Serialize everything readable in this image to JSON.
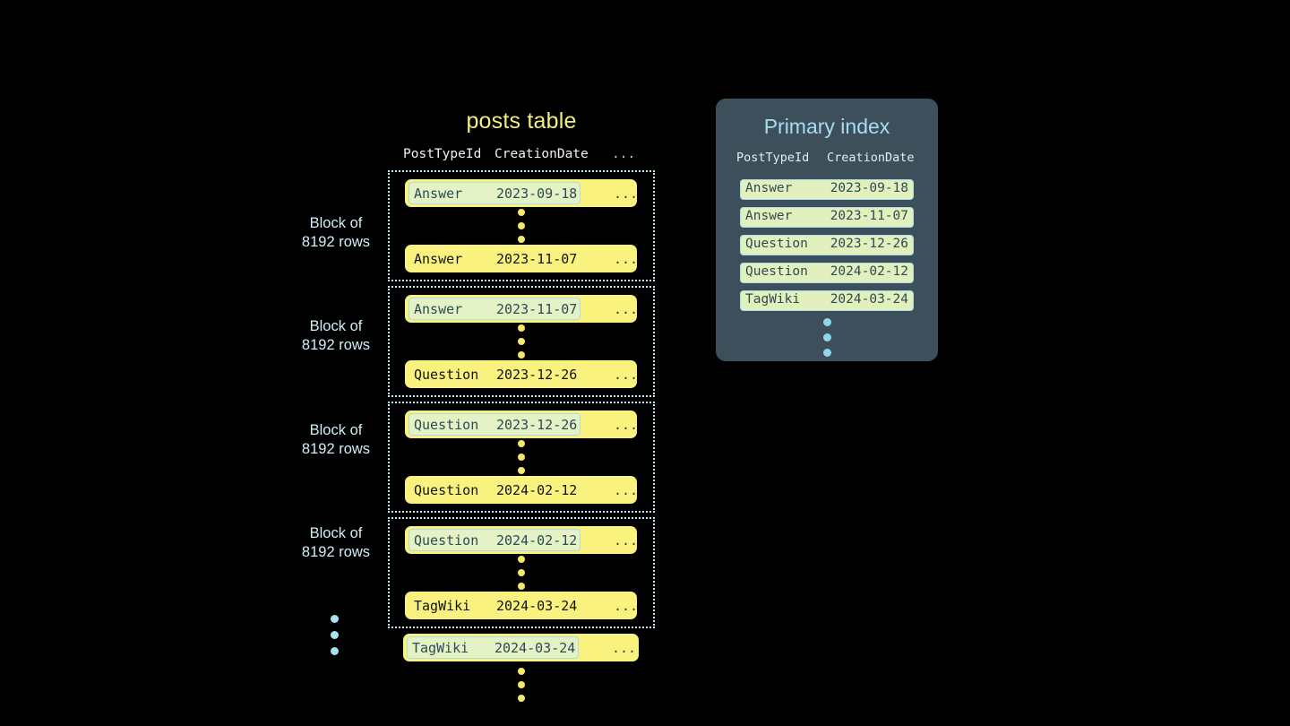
{
  "posts_table": {
    "title": "posts table",
    "columns": [
      "PostTypeId",
      "CreationDate",
      "..."
    ],
    "blocks": [
      {
        "label_line1": "Block of",
        "label_line2": "8192 rows",
        "first_row": {
          "type": "Answer",
          "date": "2023-09-18",
          "more": "...",
          "highlighted": true
        },
        "last_row": {
          "type": "Answer",
          "date": "2023-11-07",
          "more": "...",
          "highlighted": false
        }
      },
      {
        "label_line1": "Block of",
        "label_line2": "8192 rows",
        "first_row": {
          "type": "Answer",
          "date": "2023-11-07",
          "more": "...",
          "highlighted": true
        },
        "last_row": {
          "type": "Question",
          "date": "2023-12-26",
          "more": "...",
          "highlighted": false
        }
      },
      {
        "label_line1": "Block of",
        "label_line2": "8192 rows",
        "first_row": {
          "type": "Question",
          "date": "2023-12-26",
          "more": "...",
          "highlighted": true
        },
        "last_row": {
          "type": "Question",
          "date": "2024-02-12",
          "more": "...",
          "highlighted": false
        }
      },
      {
        "label_line1": "Block of",
        "label_line2": "8192 rows",
        "first_row": {
          "type": "Question",
          "date": "2024-02-12",
          "more": "...",
          "highlighted": true
        },
        "last_row": {
          "type": "TagWiki",
          "date": "2024-03-24",
          "more": "...",
          "highlighted": false
        }
      }
    ],
    "tail_row": {
      "type": "TagWiki",
      "date": "2024-03-24",
      "more": "...",
      "highlighted": true
    }
  },
  "primary_index": {
    "title": "Primary index",
    "columns": [
      "PostTypeId",
      "CreationDate"
    ],
    "rows": [
      {
        "type": "Answer",
        "date": "2023-09-18"
      },
      {
        "type": "Answer",
        "date": "2023-11-07"
      },
      {
        "type": "Question",
        "date": "2023-12-26"
      },
      {
        "type": "Question",
        "date": "2024-02-12"
      },
      {
        "type": "TagWiki",
        "date": "2024-03-24"
      }
    ]
  },
  "colors": {
    "background": "#000000",
    "row_yellow": "#f9f27e",
    "highlight_green": "#e4f2c6",
    "accent_blue": "#a8e4f0",
    "panel_slate": "#3c4f5b",
    "title_yellow": "#f5ef7a"
  }
}
